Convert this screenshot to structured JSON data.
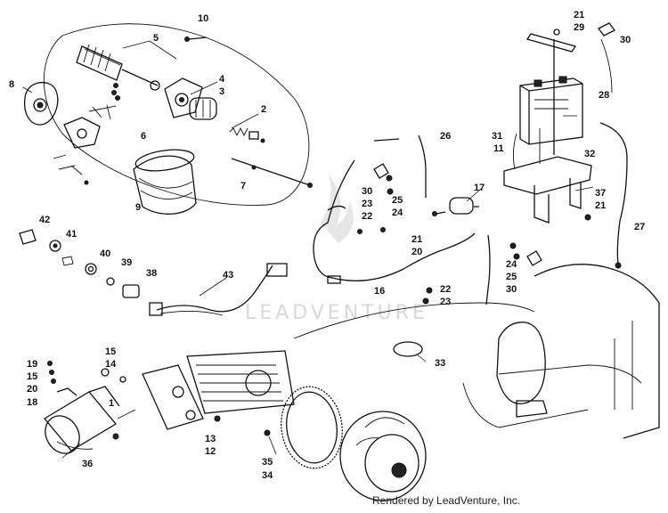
{
  "watermark": {
    "text": "LEADVENTURE"
  },
  "credit": "Rendered by LeadVenture, Inc.",
  "callouts": [
    {
      "id": "c10",
      "label": "10"
    },
    {
      "id": "c5",
      "label": "5"
    },
    {
      "id": "c4",
      "label": "4"
    },
    {
      "id": "c3",
      "label": "3"
    },
    {
      "id": "c2",
      "label": "2"
    },
    {
      "id": "c8",
      "label": "8"
    },
    {
      "id": "c6",
      "label": "6"
    },
    {
      "id": "c7",
      "label": "7"
    },
    {
      "id": "c9",
      "label": "9"
    },
    {
      "id": "c21a",
      "label": "21"
    },
    {
      "id": "c29",
      "label": "29"
    },
    {
      "id": "c30a",
      "label": "30"
    },
    {
      "id": "c28",
      "label": "28"
    },
    {
      "id": "c26",
      "label": "26"
    },
    {
      "id": "c31",
      "label": "31"
    },
    {
      "id": "c11",
      "label": "11"
    },
    {
      "id": "c32",
      "label": "32"
    },
    {
      "id": "c30b",
      "label": "30"
    },
    {
      "id": "c23a",
      "label": "23"
    },
    {
      "id": "c22a",
      "label": "22"
    },
    {
      "id": "c25a",
      "label": "25"
    },
    {
      "id": "c24a",
      "label": "24"
    },
    {
      "id": "c17",
      "label": "17"
    },
    {
      "id": "c37",
      "label": "37"
    },
    {
      "id": "c21b",
      "label": "21"
    },
    {
      "id": "c27",
      "label": "27"
    },
    {
      "id": "c21c",
      "label": "21"
    },
    {
      "id": "c20",
      "label": "20"
    },
    {
      "id": "c42",
      "label": "42"
    },
    {
      "id": "c41",
      "label": "41"
    },
    {
      "id": "c40",
      "label": "40"
    },
    {
      "id": "c39",
      "label": "39"
    },
    {
      "id": "c38",
      "label": "38"
    },
    {
      "id": "c43",
      "label": "43"
    },
    {
      "id": "c16",
      "label": "16"
    },
    {
      "id": "c22b",
      "label": "22"
    },
    {
      "id": "c23b",
      "label": "23"
    },
    {
      "id": "c24b",
      "label": "24"
    },
    {
      "id": "c25b",
      "label": "25"
    },
    {
      "id": "c30c",
      "label": "30"
    },
    {
      "id": "c33",
      "label": "33"
    },
    {
      "id": "c19",
      "label": "19"
    },
    {
      "id": "c15a",
      "label": "15"
    },
    {
      "id": "c20b",
      "label": "20"
    },
    {
      "id": "c18",
      "label": "18"
    },
    {
      "id": "c15b",
      "label": "15"
    },
    {
      "id": "c14",
      "label": "14"
    },
    {
      "id": "c1",
      "label": "1"
    },
    {
      "id": "c13",
      "label": "13"
    },
    {
      "id": "c12",
      "label": "12"
    },
    {
      "id": "c36",
      "label": "36"
    },
    {
      "id": "c35",
      "label": "35"
    },
    {
      "id": "c34",
      "label": "34"
    }
  ]
}
